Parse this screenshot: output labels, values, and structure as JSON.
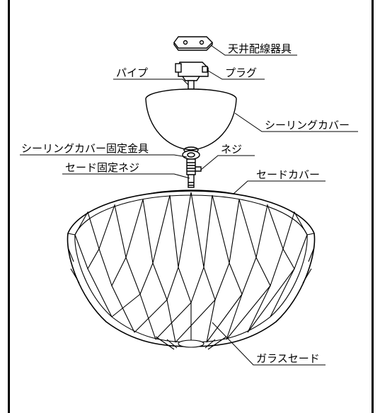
{
  "labels": {
    "ceiling_wiring": "天井配線器具",
    "plug": "プラグ",
    "pipe": "パイプ",
    "ceiling_cover": "シーリングカバー",
    "cover_fixing_bracket": "シーリングカバー固定金具",
    "screw": "ネジ",
    "shade_fixing_screw": "セード固定ネジ",
    "shade_cover": "セードカバー",
    "glass_shade": "ガラスセード"
  }
}
